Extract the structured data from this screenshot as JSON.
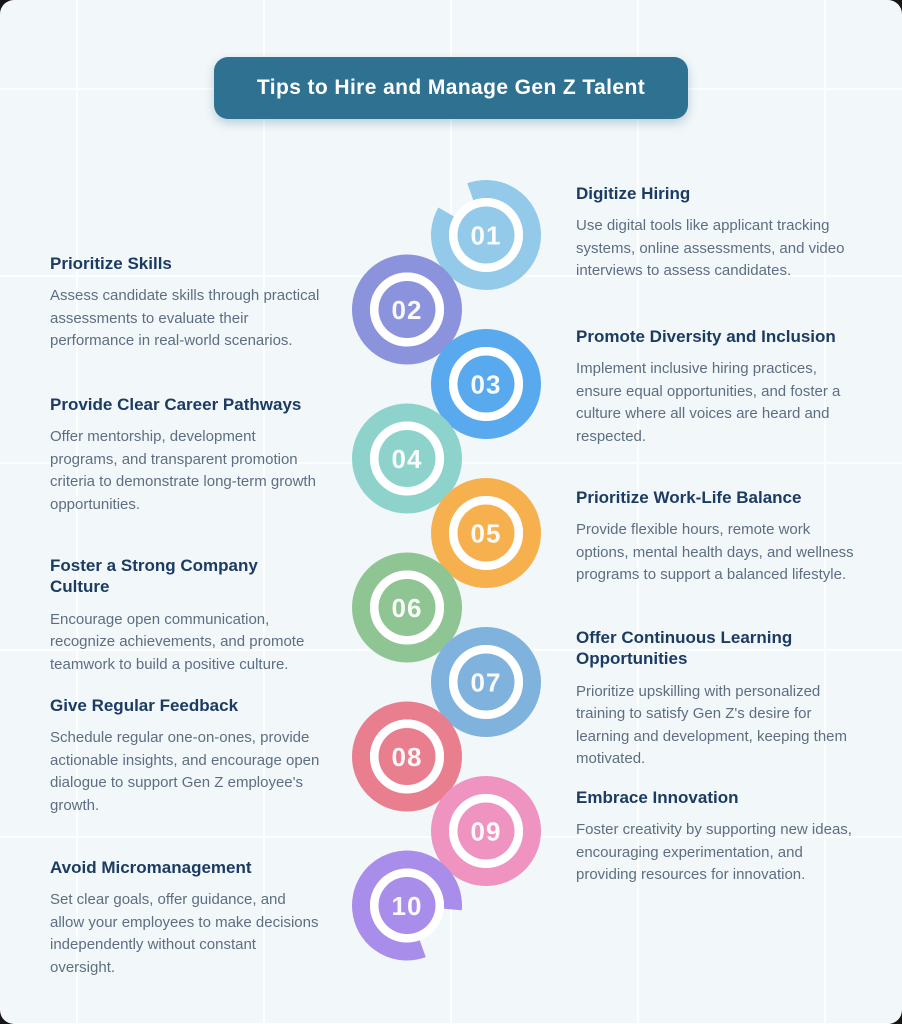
{
  "title": "Tips to Hire and Manage Gen Z Talent",
  "colors": {
    "title_bar_bg": "#2f7191",
    "title_text": "#ffffff",
    "canvas_bg": "#f2f7f9",
    "heading_text": "#1c3b63",
    "body_text": "#5e6e82",
    "number_text": "#ffffff"
  },
  "steps": [
    {
      "number": "01",
      "side": "right",
      "color": "#93cae9",
      "heading": "Digitize Hiring",
      "body": "Use digital tools like applicant tracking systems, online assessments, and video interviews to assess candidates."
    },
    {
      "number": "02",
      "side": "left",
      "color": "#8a93dc",
      "heading": "Prioritize Skills",
      "body": "Assess candidate skills through practical assessments to evaluate their performance in real-world scenarios."
    },
    {
      "number": "03",
      "side": "right",
      "color": "#59a9ef",
      "heading": "Promote Diversity and Inclusion",
      "body": "Implement inclusive hiring practices, ensure equal opportunities, and foster a culture where all voices are heard and respected."
    },
    {
      "number": "04",
      "side": "left",
      "color": "#8dd3cc",
      "heading": "Provide Clear Career Pathways",
      "body": "Offer mentorship, development programs, and transparent promotion criteria to demonstrate long-term growth opportunities."
    },
    {
      "number": "05",
      "side": "right",
      "color": "#f6b04e",
      "heading": "Prioritize Work-Life Balance",
      "body": "Provide flexible hours, remote work options, mental health days, and wellness programs to support a balanced lifestyle."
    },
    {
      "number": "06",
      "side": "left",
      "color": "#8ec593",
      "heading": "Foster a Strong Company Culture",
      "body": "Encourage open communication, recognize achievements, and promote teamwork to build a positive culture."
    },
    {
      "number": "07",
      "side": "right",
      "color": "#7fb2dc",
      "heading": "Offer Continuous Learning Opportunities",
      "body": "Prioritize upskilling with personalized training to satisfy Gen Z's desire for learning and development, keeping them motivated."
    },
    {
      "number": "08",
      "side": "left",
      "color": "#e87e8e",
      "heading": "Give Regular Feedback",
      "body": "Schedule regular one-on-ones, provide actionable insights, and encourage open dialogue to support Gen Z employee's growth."
    },
    {
      "number": "09",
      "side": "right",
      "color": "#ef93c1",
      "heading": "Embrace Innovation",
      "body": "Foster creativity by supporting new ideas, encouraging experimentation, and providing resources for innovation."
    },
    {
      "number": "10",
      "side": "left",
      "color": "#a98dea",
      "heading": "Avoid Micromanagement",
      "body": "Set clear goals, offer guidance, and allow your employees to make decisions independently without constant oversight."
    }
  ]
}
